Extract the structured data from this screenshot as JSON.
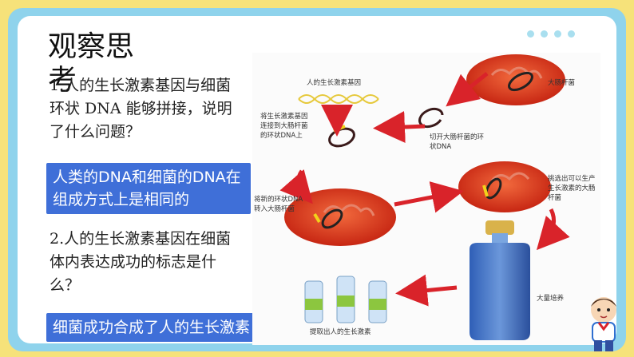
{
  "slide": {
    "title": "观察思考",
    "question1": "1.人的生长激素基因与细菌环状 DNA 能够拼接，说明了什么问题？",
    "answer1": "人类的DNA和细菌的DNA在组成方式上是相同的",
    "question2": "2.人的生长激素基因在细菌体内表达成功的标志是什么？",
    "answer2": "细菌成功合成了人的生长激素"
  },
  "diagram": {
    "label_gene": "人的生长激素基因",
    "label_bacterium": "大肠杆菌",
    "label_cut": "切开大肠杆菌的环状DNA",
    "label_connect": "将生长激素基因连接到大肠杆菌的环状DNA上",
    "label_transfer": "将新的环状DNA转入大肠杆菌",
    "label_select": "挑选出可以生产生长激素的大肠杆菌",
    "label_culture": "大量培养",
    "label_extract": "提取出人的生长激素"
  },
  "colors": {
    "answer_bg": "#3f6fd8",
    "frame": "#8fd3ec",
    "outer": "#f6e27a",
    "bacterium": "#d8321c",
    "arrow": "#d9232a"
  }
}
